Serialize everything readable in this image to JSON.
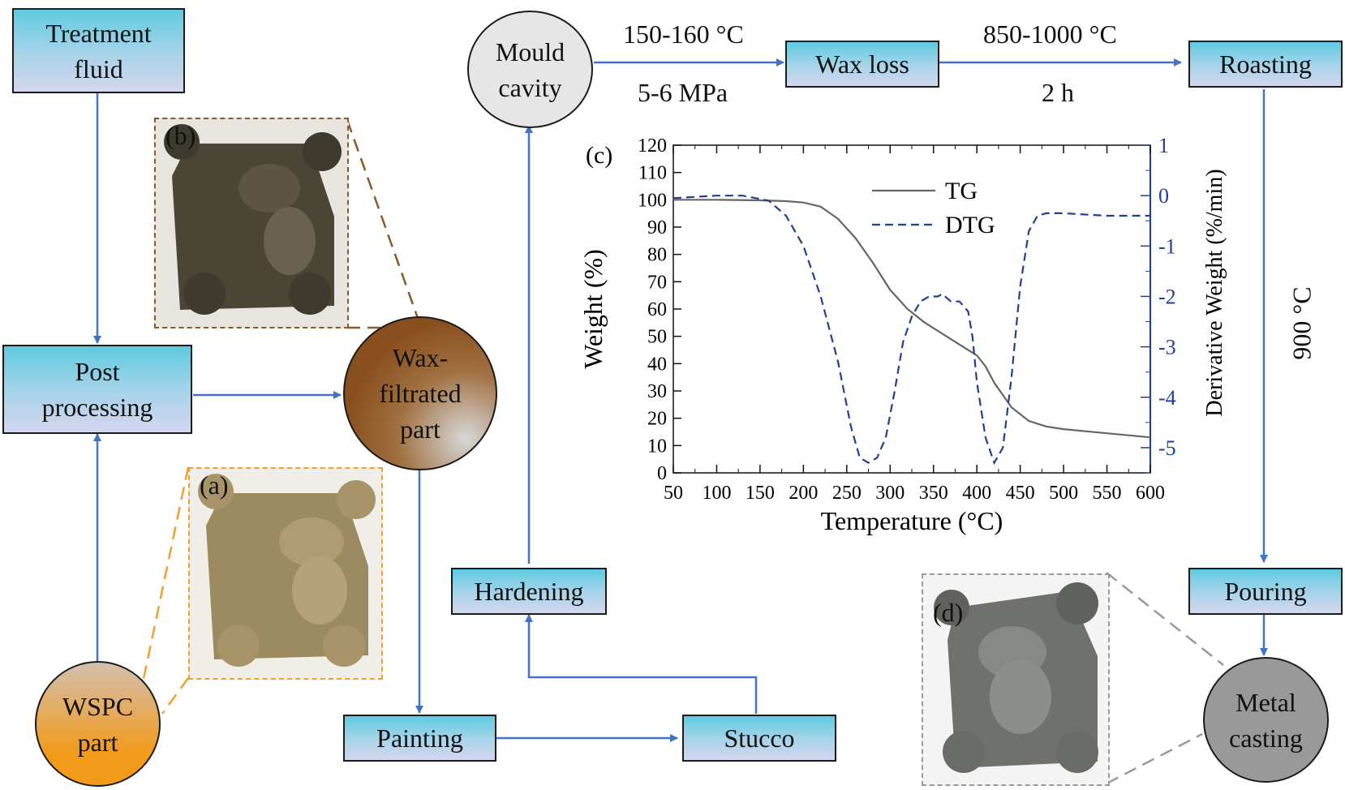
{
  "boxes": {
    "treatment_fluid": "Treatment\nfluid",
    "post_processing": "Post\nprocessing",
    "wax_loss": "Wax loss",
    "roasting": "Roasting",
    "hardening": "Hardening",
    "painting": "Painting",
    "stucco": "Stucco",
    "pouring": "Pouring"
  },
  "circles": {
    "mould_cavity": "Mould\ncavity",
    "wax_filtrated_part": "Wax-\nfiltrated\npart",
    "wspc_part": "WSPC\npart",
    "metal_casting": "Metal\ncasting"
  },
  "conditions": {
    "wax_temp": "150-160 °C",
    "wax_pressure": "5-6 MPa",
    "roast_temp": "850-1000 °C",
    "roast_time": "2 h",
    "pour_temp": "900 °C"
  },
  "photos": {
    "a_label": "(a)",
    "b_label": "(b)",
    "d_label": "(d)"
  },
  "colors": {
    "arrow": "#4472c4",
    "box_top": "#5fcbe0",
    "box_bottom": "#d3d6ee",
    "tg_line": "#666666",
    "dtg_line": "#1f3f9a",
    "wax_circle": "#8a4f1f",
    "wspc_circle": "#f29a1a",
    "mould_circle": "#e6e6e6",
    "metal_circle": "#999999"
  },
  "chart_data": {
    "type": "line",
    "panel_label": "(c)",
    "xlabel": "Temperature (°C)",
    "ylabel": "Weight (%)",
    "y2label": "Derivative Weight (%/min)",
    "xlim": [
      50,
      600
    ],
    "ylim": [
      0,
      120
    ],
    "y2lim": [
      -5.5,
      1
    ],
    "x_ticks": [
      "50",
      "100",
      "150",
      "200",
      "250",
      "300",
      "350",
      "400",
      "450",
      "500",
      "550",
      "600"
    ],
    "y_ticks": [
      "0",
      "10",
      "20",
      "30",
      "40",
      "50",
      "60",
      "70",
      "80",
      "90",
      "100",
      "110",
      "120"
    ],
    "y2_ticks": [
      "1",
      "0",
      "-1",
      "-2",
      "-3",
      "-4",
      "-5"
    ],
    "legend_position": "top-center",
    "series": [
      {
        "name": "TG",
        "axis": "left",
        "style": "solid",
        "x": [
          50,
          100,
          150,
          180,
          200,
          220,
          240,
          260,
          280,
          300,
          320,
          340,
          360,
          380,
          400,
          410,
          420,
          440,
          460,
          480,
          500,
          550,
          600
        ],
        "y": [
          100,
          100,
          99.8,
          99.5,
          99,
          97.5,
          93,
          86,
          77,
          67,
          60,
          55,
          51,
          47,
          43,
          39,
          33,
          24,
          19,
          17,
          16,
          14.5,
          13
        ]
      },
      {
        "name": "DTG",
        "axis": "right",
        "style": "dashed",
        "x": [
          50,
          100,
          130,
          160,
          180,
          200,
          220,
          240,
          255,
          265,
          275,
          285,
          295,
          305,
          315,
          325,
          335,
          345,
          355,
          360,
          370,
          380,
          390,
          395,
          400,
          410,
          420,
          430,
          440,
          450,
          460,
          470,
          480,
          500,
          550,
          600
        ],
        "y": [
          -0.05,
          0,
          0,
          -0.1,
          -0.4,
          -1.0,
          -2.0,
          -3.3,
          -4.6,
          -5.2,
          -5.3,
          -5.2,
          -4.8,
          -3.9,
          -2.9,
          -2.4,
          -2.1,
          -2.0,
          -2.0,
          -1.95,
          -2.1,
          -2.1,
          -2.3,
          -2.8,
          -3.7,
          -4.8,
          -5.3,
          -5.0,
          -3.6,
          -1.8,
          -0.7,
          -0.4,
          -0.35,
          -0.35,
          -0.4,
          -0.4
        ]
      }
    ]
  }
}
